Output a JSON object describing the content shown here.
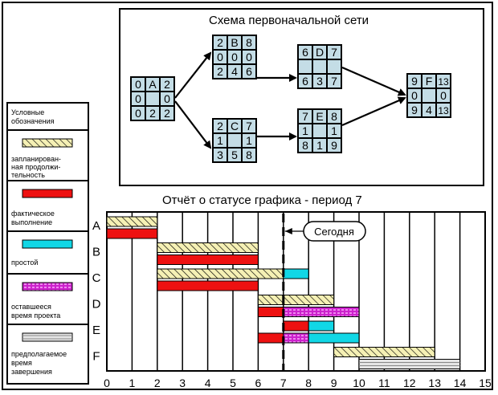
{
  "network": {
    "title": "Схема первоначальной сети",
    "nodes": [
      {
        "id": "A",
        "es": "0",
        "dur": "2",
        "mid": [
          "0",
          "",
          "0"
        ],
        "ls": "0",
        "sl": "2",
        "lf": "2"
      },
      {
        "id": "B",
        "es": "2",
        "dur": "8",
        "mid": [
          "0",
          "0",
          "0"
        ],
        "ls": "2",
        "sl": "4",
        "lf": "6"
      },
      {
        "id": "C",
        "es": "2",
        "dur": "7",
        "mid": [
          "1",
          "",
          "1"
        ],
        "ls": "3",
        "sl": "5",
        "lf": "8"
      },
      {
        "id": "D",
        "es": "6",
        "dur": "7",
        "mid": [
          "",
          "",
          ""
        ],
        "ls": "6",
        "sl": "3",
        "lf": "7"
      },
      {
        "id": "E",
        "es": "7",
        "dur": "8",
        "mid": [
          "1",
          "",
          "1"
        ],
        "ls": "8",
        "sl": "1",
        "lf": "9"
      },
      {
        "id": "F",
        "es": "9",
        "dur": "13",
        "mid": [
          "0",
          "",
          "0"
        ],
        "ls": "9",
        "sl": "4",
        "lf": "13"
      }
    ]
  },
  "legend": {
    "header": [
      "Условные",
      "обозначения"
    ],
    "items": [
      {
        "kind": "planned",
        "text": [
          "запланирован-",
          "ная продолжи-",
          "тельность"
        ]
      },
      {
        "kind": "actual",
        "text": [
          "фактическое",
          "выполнение"
        ]
      },
      {
        "kind": "idle",
        "text": [
          "простой"
        ]
      },
      {
        "kind": "remaining",
        "text": [
          "оставшееся",
          "время проекта"
        ]
      },
      {
        "kind": "forecast",
        "text": [
          "предполагаемое",
          "время",
          "завершения"
        ]
      }
    ]
  },
  "chart_data": {
    "type": "gantt",
    "title": "Отчёт о статусе графика - период 7",
    "x_ticks": [
      "0",
      "1",
      "2",
      "3",
      "4",
      "5",
      "6",
      "7",
      "8",
      "9",
      "10",
      "11",
      "12",
      "13",
      "14",
      "15"
    ],
    "xlim": [
      0,
      15
    ],
    "today": 7,
    "today_label": "Сегодня",
    "tasks": [
      {
        "label": "A",
        "bars": [
          {
            "kind": "planned",
            "start": 0,
            "end": 2,
            "row": 0
          },
          {
            "kind": "actual",
            "start": 0,
            "end": 2,
            "row": 1
          }
        ]
      },
      {
        "label": "B",
        "bars": [
          {
            "kind": "planned",
            "start": 2,
            "end": 6,
            "row": 0
          },
          {
            "kind": "actual",
            "start": 2,
            "end": 6,
            "row": 1
          }
        ]
      },
      {
        "label": "C",
        "bars": [
          {
            "kind": "planned",
            "start": 2,
            "end": 7,
            "row": 0
          },
          {
            "kind": "idle",
            "start": 7,
            "end": 8,
            "row": 0
          },
          {
            "kind": "actual",
            "start": 2,
            "end": 6,
            "row": 1
          }
        ]
      },
      {
        "label": "D",
        "bars": [
          {
            "kind": "planned",
            "start": 6,
            "end": 9,
            "row": 0
          },
          {
            "kind": "actual",
            "start": 6,
            "end": 7,
            "row": 1
          },
          {
            "kind": "remaining",
            "start": 7,
            "end": 10,
            "row": 1
          }
        ]
      },
      {
        "label": "E",
        "bars": [
          {
            "kind": "actual",
            "start": 7,
            "end": 8,
            "row": 0
          },
          {
            "kind": "idle",
            "start": 8,
            "end": 9,
            "row": 0
          },
          {
            "kind": "actual",
            "start": 6,
            "end": 7,
            "row": 1
          },
          {
            "kind": "remaining",
            "start": 7,
            "end": 8,
            "row": 1
          },
          {
            "kind": "idle",
            "start": 8,
            "end": 10,
            "row": 1
          }
        ]
      },
      {
        "label": "F",
        "bars": [
          {
            "kind": "planned",
            "start": 9,
            "end": 13,
            "row": 0
          },
          {
            "kind": "forecast",
            "start": 10,
            "end": 14,
            "row": 1
          }
        ]
      }
    ]
  },
  "colors": {
    "node_fill": "#c4dde6",
    "planned": "#f5f0b4",
    "actual": "#ee1111",
    "idle": "#11d7e6",
    "remaining": "#cc22cc",
    "forecast": "#e4e4e4"
  }
}
